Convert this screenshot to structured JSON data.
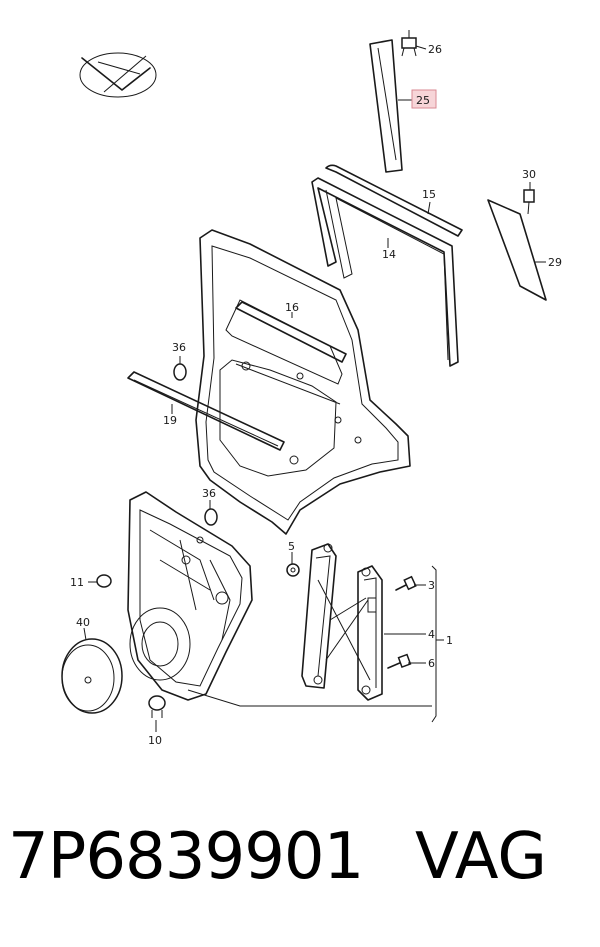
{
  "diagram": {
    "callouts": {
      "c1": "1",
      "c3": "3",
      "c4": "4",
      "c5": "5",
      "c6": "6",
      "c10": "10",
      "c11": "11",
      "c14": "14",
      "c15": "15",
      "c16": "16",
      "c19": "19",
      "c25": "25",
      "c26": "26",
      "c29": "29",
      "c30": "30",
      "c36a": "36",
      "c36b": "36",
      "c40": "40"
    },
    "highlighted_callout": "25",
    "highlight_color": "#f7d5d8"
  },
  "caption": {
    "part_number": "7P6839901",
    "brand": "VAG"
  }
}
